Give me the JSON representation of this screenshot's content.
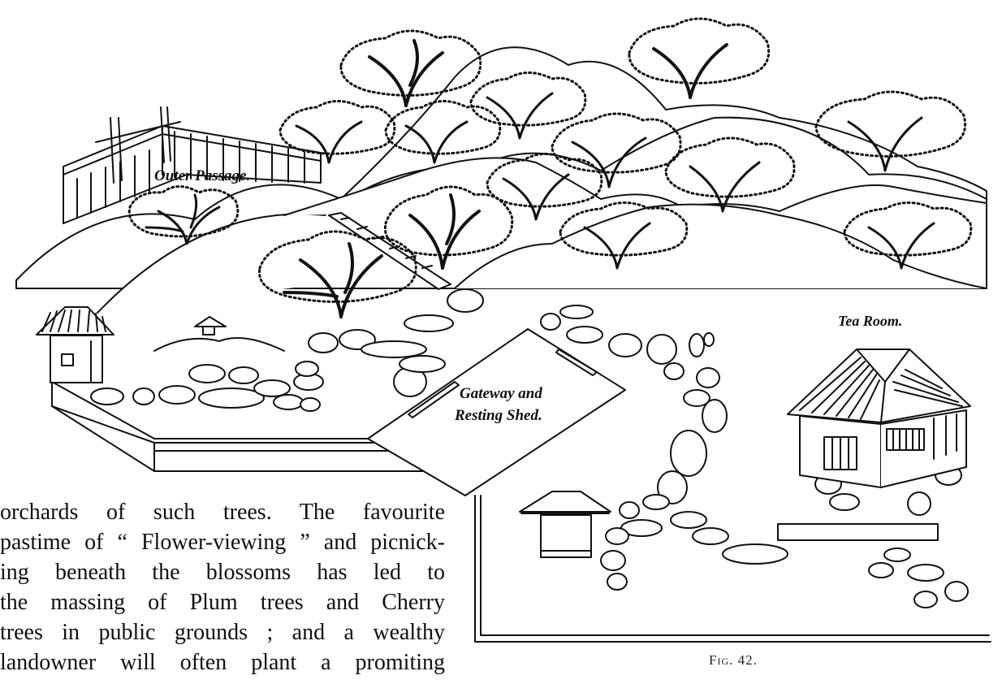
{
  "figure": {
    "labels": {
      "outer_passage": "Outer Passage.",
      "gateway_line1": "Gateway and",
      "gateway_line2": "Resting Shed.",
      "tea_room": "Tea Room."
    },
    "caption": "Fig. 42."
  },
  "body_text": {
    "lines": [
      "orchards of such trees.  The favourite",
      "pastime of “ Flower-viewing ” and picnick-",
      "ing beneath the blossoms has led to",
      "the massing of Plum trees and Cherry",
      "trees in public grounds ; and a wealthy",
      "landowner will often plant a promiting"
    ]
  }
}
